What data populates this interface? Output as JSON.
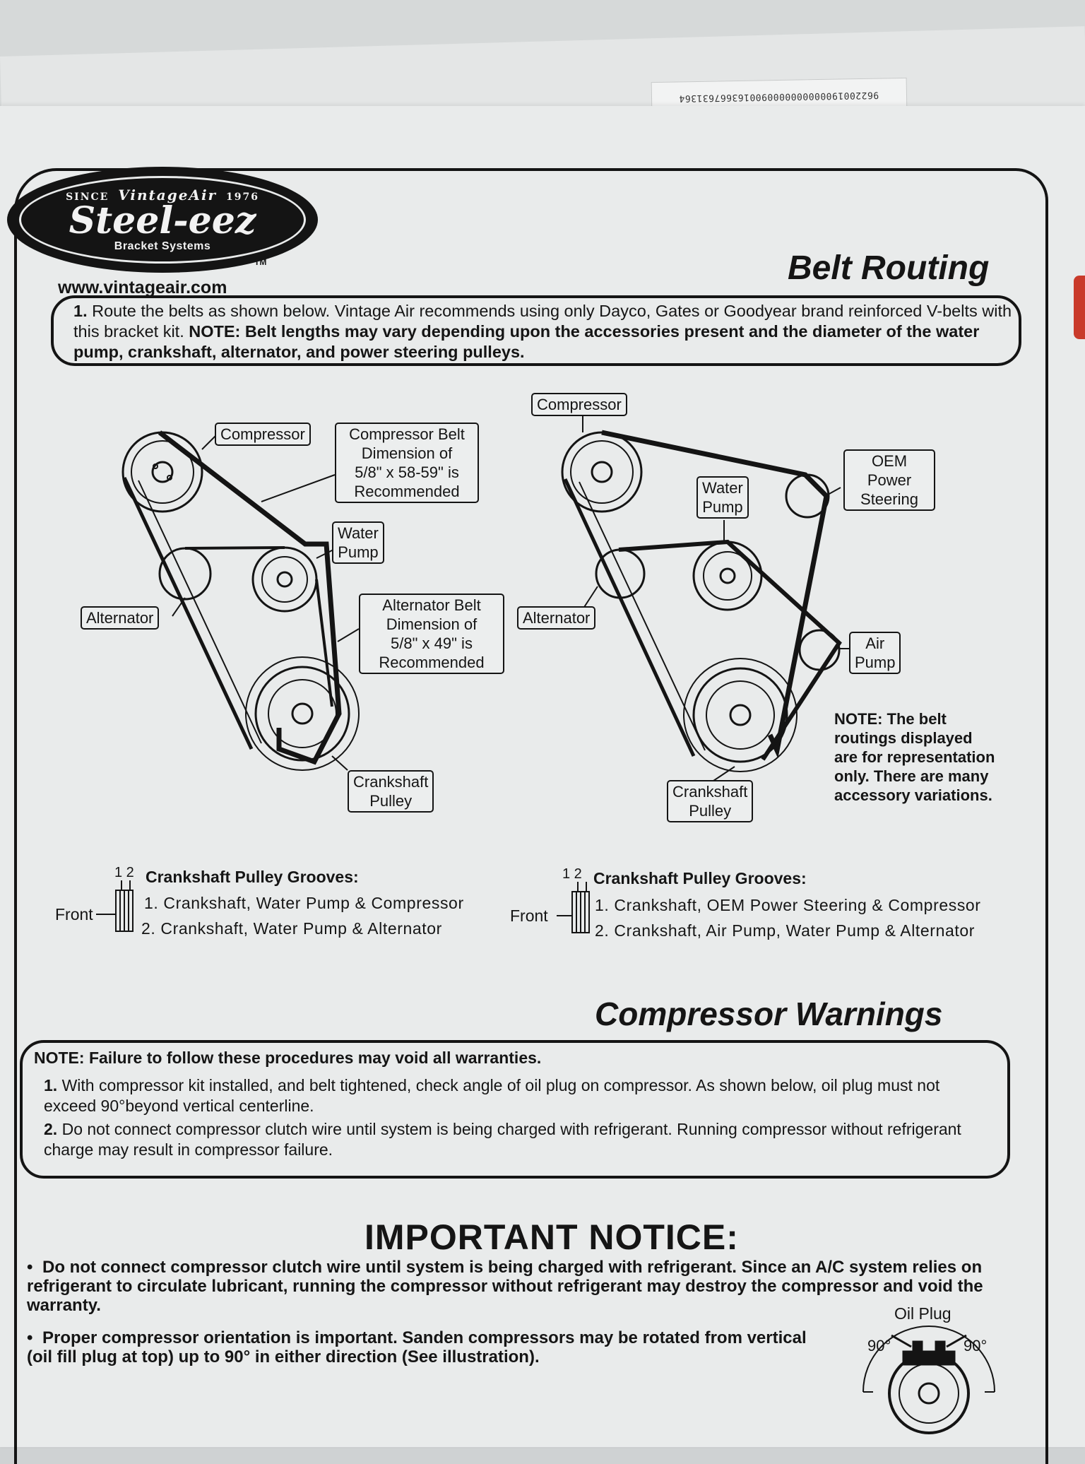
{
  "barcode": "9622001900000000000900163667631364",
  "logo": {
    "since": "SINCE",
    "brand": "VintageAir",
    "year": "1976",
    "name": "Steel-eez",
    "sub": "Bracket Systems",
    "tm": "TM"
  },
  "website": "www.vintageair.com",
  "belt_routing": {
    "title": "Belt Routing",
    "step_num": "1.",
    "step_text": "Route the belts as shown below. Vintage Air recommends using only Dayco, Gates or Goodyear brand reinforced V-belts with this bracket kit.",
    "step_note": "NOTE: Belt lengths may vary depending upon the accessories present and the diameter of the water pump, crankshaft, alternator, and power steering pulleys."
  },
  "left_diagram": {
    "compressor": "Compressor",
    "compressor_belt": [
      "Compressor Belt",
      "Dimension of",
      "5/8\" x 58-59\" is",
      "Recommended"
    ],
    "water_pump": [
      "Water",
      "Pump"
    ],
    "alternator": "Alternator",
    "alternator_belt": [
      "Alternator Belt",
      "Dimension of",
      "5/8\" x 49\" is",
      "Recommended"
    ],
    "crankshaft": [
      "Crankshaft",
      "Pulley"
    ]
  },
  "right_diagram": {
    "compressor": "Compressor",
    "water_pump": [
      "Water",
      "Pump"
    ],
    "power_steering": [
      "OEM",
      "Power",
      "Steering"
    ],
    "alternator": "Alternator",
    "air_pump": [
      "Air",
      "Pump"
    ],
    "crankshaft": [
      "Crankshaft",
      "Pulley"
    ],
    "note": "NOTE: The belt routings displayed are for representation only. There are many accessory variations."
  },
  "grooves_left": {
    "numbers": "1 2",
    "front": "Front",
    "heading": "Crankshaft Pulley Grooves:",
    "items": [
      "1. Crankshaft, Water Pump & Compressor",
      "2. Crankshaft, Water Pump & Alternator"
    ]
  },
  "grooves_right": {
    "numbers": "1 2",
    "front": "Front",
    "heading": "Crankshaft Pulley Grooves:",
    "items": [
      "1. Crankshaft, OEM Power Steering & Compressor",
      "2. Crankshaft, Air Pump, Water Pump & Alternator"
    ]
  },
  "compressor_warnings": {
    "title": "Compressor Warnings",
    "note": "NOTE: Failure to follow these procedures may void all warranties.",
    "items": [
      {
        "num": "1.",
        "text": "With compressor kit installed, and belt tightened, check angle of oil plug on compressor. As shown below, oil plug must not exceed 90°beyond vertical centerline."
      },
      {
        "num": "2.",
        "text": "Do not connect compressor clutch wire until system is being charged with refrigerant. Running compressor without refrigerant charge may result in compressor failure."
      }
    ]
  },
  "important_notice": {
    "title": "IMPORTANT NOTICE:",
    "items": [
      "Do not connect compressor clutch wire until system is being charged with refrigerant. Since an A/C system relies on refrigerant to circulate lubricant, running the compressor without refrigerant may destroy the compressor and void the warranty.",
      "Proper compressor orientation is important. Sanden compressors may be rotated from vertical (oil fill plug at top) up to 90° in either direction (See illustration)."
    ]
  },
  "oil_plug": {
    "label": "Oil Plug",
    "left_angle": "90°",
    "right_angle": "90°"
  }
}
